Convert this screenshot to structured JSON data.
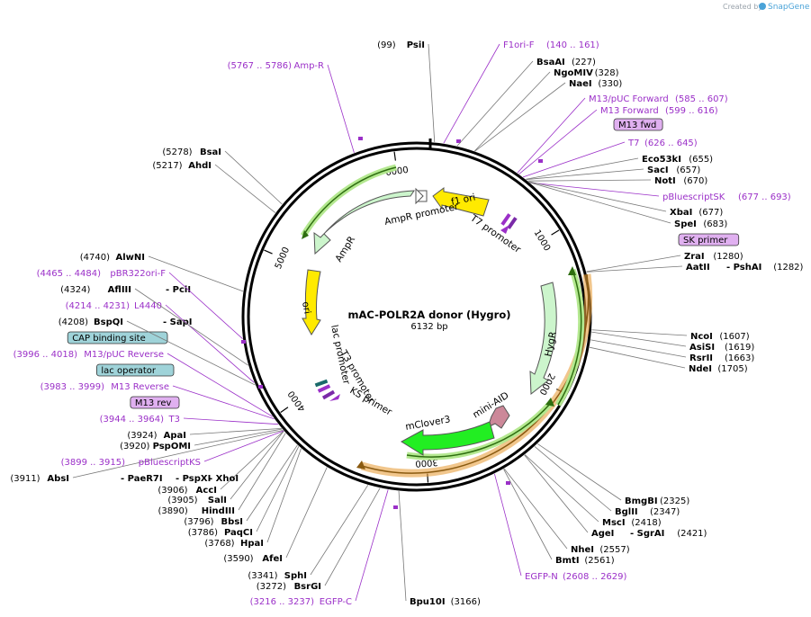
{
  "credit": "Created by",
  "brand": "SnapGene",
  "brand_color": "#4aa3d8",
  "plasmid": {
    "name": "mAC-POLR2A donor (Hygro)",
    "size_label": "6132 bp",
    "length": 6132
  },
  "ticks": [
    "1000",
    "2000",
    "3000",
    "4000",
    "5000",
    "6000"
  ],
  "colors": {
    "primer": "#9b30c8",
    "feature_green": "#2e8b1e",
    "orf_orange": "#e8a040",
    "f1ori": "#ffea00",
    "hygr": "#ccf5cc",
    "mclover": "#22ee22",
    "miniaid": "#cc8899",
    "cap_box": "#9fd3d9",
    "primer_box": "#e0b0f0"
  },
  "features": [
    {
      "name": "f1 ori"
    },
    {
      "name": "AmpR promoter"
    },
    {
      "name": "AmpR"
    },
    {
      "name": "ori"
    },
    {
      "name": "lac promoter"
    },
    {
      "name": "T3 promoter"
    },
    {
      "name": "KS primer"
    },
    {
      "name": "T7 promoter"
    },
    {
      "name": "HygR"
    },
    {
      "name": "mini-AID"
    },
    {
      "name": "mClover3"
    }
  ],
  "labels": [
    {
      "type": "enz",
      "name": "PsiI",
      "pos": "(99)"
    },
    {
      "type": "primer",
      "name": "F1ori-F",
      "pos": "(140 .. 161)"
    },
    {
      "type": "enz",
      "name": "BsaAI",
      "pos": "(227)"
    },
    {
      "type": "enz",
      "name": "NgoMIV",
      "pos": "(328)"
    },
    {
      "type": "enz",
      "name": "NaeI",
      "pos": "(330)"
    },
    {
      "type": "primer",
      "name": "M13/pUC Forward",
      "pos": "(585 .. 607)"
    },
    {
      "type": "primer",
      "name": "M13 Forward",
      "pos": "(599 .. 616)"
    },
    {
      "type": "box",
      "name": "M13 fwd"
    },
    {
      "type": "primer",
      "name": "T7",
      "pos": "(626 .. 645)"
    },
    {
      "type": "enz",
      "name": "Eco53kI",
      "pos": "(655)"
    },
    {
      "type": "enz",
      "name": "SacI",
      "pos": "(657)"
    },
    {
      "type": "enz",
      "name": "NotI",
      "pos": "(670)"
    },
    {
      "type": "primer",
      "name": "pBluescriptSK",
      "pos": "(677 .. 693)"
    },
    {
      "type": "enz",
      "name": "XbaI",
      "pos": "(677)"
    },
    {
      "type": "enz",
      "name": "SpeI",
      "pos": "(683)"
    },
    {
      "type": "box",
      "name": "SK primer"
    },
    {
      "type": "enz",
      "name": "ZraI",
      "pos": "(1280)"
    },
    {
      "type": "enz",
      "name": "AatII",
      "pos": ""
    },
    {
      "type": "enz",
      "name": "- PshAI",
      "pos": "(1282)"
    },
    {
      "type": "enz",
      "name": "NcoI",
      "pos": "(1607)"
    },
    {
      "type": "enz",
      "name": "AsiSI",
      "pos": "(1619)"
    },
    {
      "type": "enz",
      "name": "RsrII",
      "pos": "(1663)"
    },
    {
      "type": "enz",
      "name": "NdeI",
      "pos": "(1705)"
    },
    {
      "type": "enz",
      "name": "BmgBI",
      "pos": "(2325)"
    },
    {
      "type": "enz",
      "name": "BglII",
      "pos": "(2347)"
    },
    {
      "type": "enz",
      "name": "MscI",
      "pos": "(2418)"
    },
    {
      "type": "enz",
      "name": "AgeI",
      "pos": ""
    },
    {
      "type": "enz",
      "name": "- SgrAI",
      "pos": "(2421)"
    },
    {
      "type": "enz",
      "name": "NheI",
      "pos": "(2557)"
    },
    {
      "type": "enz",
      "name": "BmtI",
      "pos": "(2561)"
    },
    {
      "type": "primer",
      "name": "EGFP-N",
      "pos": "(2608 .. 2629)"
    },
    {
      "type": "enz",
      "name": "Bpu10I",
      "pos": "(3166)"
    },
    {
      "type": "primer",
      "name": "EGFP-C",
      "pos": "(3216 .. 3237)"
    },
    {
      "type": "enz",
      "name": "BsrGI",
      "pos": "(3272)"
    },
    {
      "type": "enz",
      "name": "SphI",
      "pos": "(3341)"
    },
    {
      "type": "enz",
      "name": "AfeI",
      "pos": "(3590)"
    },
    {
      "type": "enz",
      "name": "HpaI",
      "pos": "(3768)"
    },
    {
      "type": "enz",
      "name": "PaqCI",
      "pos": "(3786)"
    },
    {
      "type": "enz",
      "name": "BbsI",
      "pos": "(3796)"
    },
    {
      "type": "enz",
      "name": "HindIII",
      "pos": "(3890)"
    },
    {
      "type": "enz",
      "name": "SalI",
      "pos": "(3905)"
    },
    {
      "type": "enz",
      "name": "AccI",
      "pos": "(3906)"
    },
    {
      "type": "enz",
      "name": "AbsI",
      "pos": "(3911)"
    },
    {
      "type": "enz",
      "name": "- PaeR7I",
      "pos": ""
    },
    {
      "type": "enz",
      "name": "- PspXI",
      "pos": ""
    },
    {
      "type": "enz",
      "name": "- XhoI",
      "pos": ""
    },
    {
      "type": "primer",
      "name": "pBluescriptKS",
      "pos": "(3899 .. 3915)"
    },
    {
      "type": "enz",
      "name": "PspOMI",
      "pos": "(3920)"
    },
    {
      "type": "enz",
      "name": "ApaI",
      "pos": "(3924)"
    },
    {
      "type": "primer",
      "name": "T3",
      "pos": "(3944 .. 3964)"
    },
    {
      "type": "box",
      "name": "M13 rev"
    },
    {
      "type": "primer",
      "name": "M13 Reverse",
      "pos": "(3983 .. 3999)"
    },
    {
      "type": "box",
      "name": "lac operator"
    },
    {
      "type": "primer",
      "name": "M13/pUC Reverse",
      "pos": "(3996 .. 4018)"
    },
    {
      "type": "box",
      "name": "CAP binding site"
    },
    {
      "type": "enz",
      "name": "BspQI",
      "pos": "(4208)"
    },
    {
      "type": "enz",
      "name": "- SapI",
      "pos": ""
    },
    {
      "type": "primer",
      "name": "L4440",
      "pos": "(4214 .. 4231)"
    },
    {
      "type": "enz",
      "name": "AflIII",
      "pos": "(4324)"
    },
    {
      "type": "enz",
      "name": "- PciI",
      "pos": ""
    },
    {
      "type": "primer",
      "name": "pBR322ori-F",
      "pos": "(4465 .. 4484)"
    },
    {
      "type": "enz",
      "name": "AlwNI",
      "pos": "(4740)"
    },
    {
      "type": "enz",
      "name": "AhdI",
      "pos": "(5217)"
    },
    {
      "type": "enz",
      "name": "BsaI",
      "pos": "(5278)"
    },
    {
      "type": "primer",
      "name": "Amp-R",
      "pos": "(5767 .. 5786)"
    }
  ]
}
